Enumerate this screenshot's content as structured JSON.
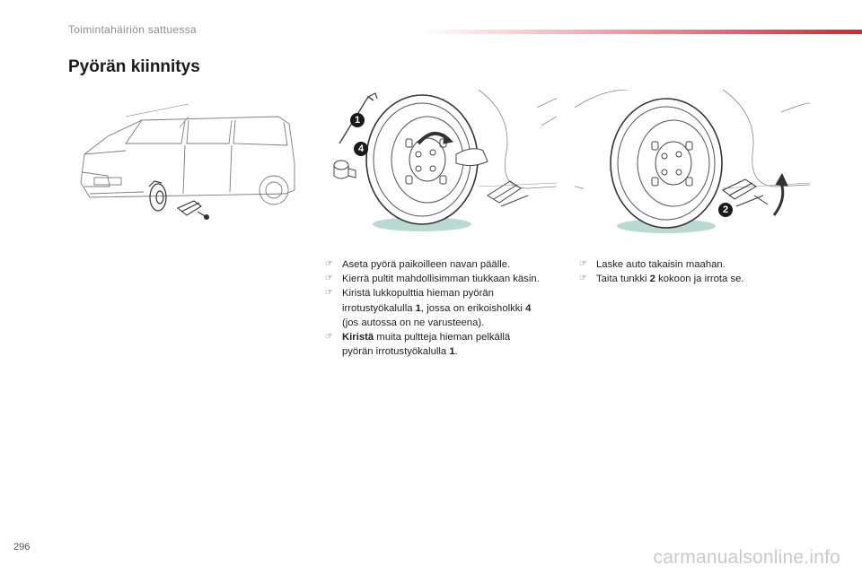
{
  "header": {
    "section": "Toimintahäiriön sattuessa"
  },
  "title": "Pyörän kiinnitys",
  "callouts": {
    "c1": "1",
    "c4": "4",
    "c2": "2"
  },
  "steps_left": [
    {
      "before": "Aseta pyörä paikoilleen navan päälle.",
      "bold": "",
      "after": ""
    },
    {
      "before": "Kierrä pultit mahdollisimman tiukkaan käsin.",
      "bold": "",
      "after": ""
    },
    {
      "before": "Kiristä lukkopulttia hieman pyörän irrotustyökalulla ",
      "bold": "1",
      "after": ", jossa on erikoisholkki ",
      "bold2": "4",
      "after2": " (jos autossa on ne varusteena)."
    },
    {
      "before": "",
      "bold": "Kiristä",
      "after": " muita pultteja hieman pelkällä pyörän irrotustyökalulla ",
      "bold2": "1",
      "after2": "."
    }
  ],
  "steps_right": [
    {
      "before": "Laske auto takaisin maahan.",
      "bold": "",
      "after": ""
    },
    {
      "before": "Taita tunkki ",
      "bold": "2",
      "after": " kokoon ja irrota se."
    }
  ],
  "footer": {
    "page_number": "296",
    "watermark": "carmanualsonline.info"
  },
  "colors": {
    "accent": "#e21f2f",
    "callout": "#1a1a1a",
    "wheel_shadow": "#9bc9c0"
  }
}
